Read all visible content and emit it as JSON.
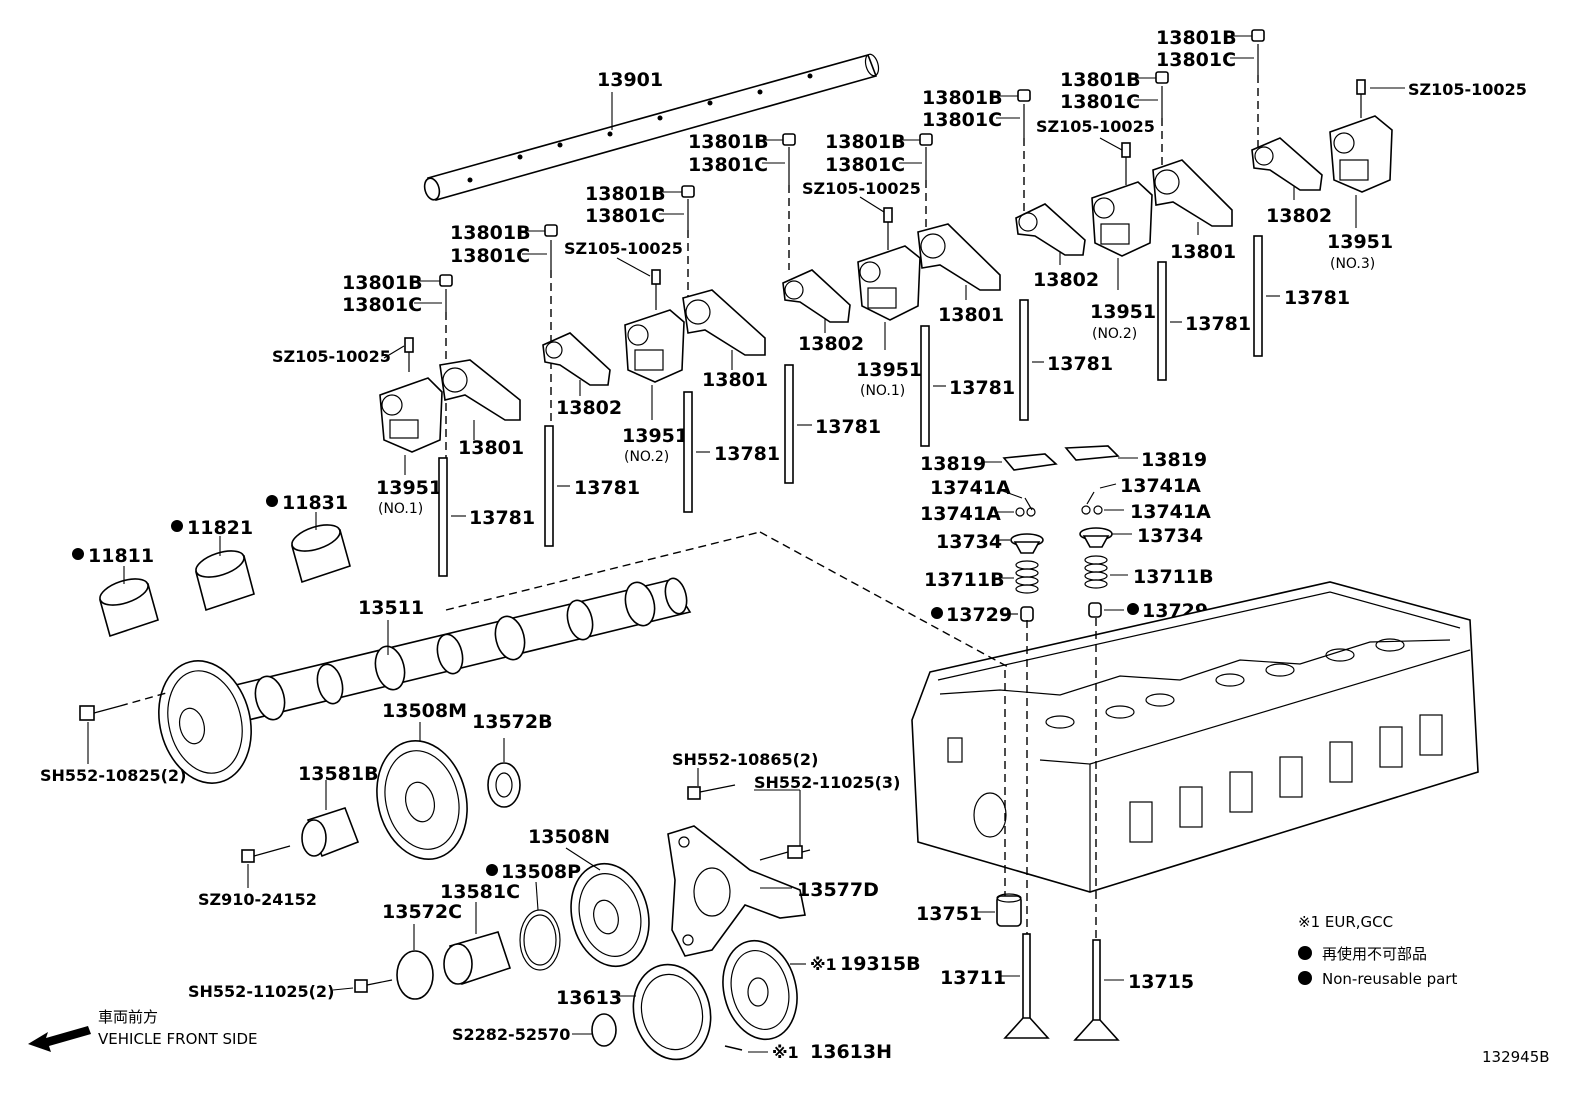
{
  "labels": {
    "rocker_shaft": "13901",
    "nut_b": "13801B",
    "bolt_c": "13801C",
    "bolt_sz105": "SZ105-10025",
    "rocker_arm": "13801",
    "rocker_arm_2": "13802",
    "support": "13951",
    "support_no1": "(NO.1)",
    "support_no2": "(NO.2)",
    "support_no3": "(NO.3)",
    "push_rod": "13781",
    "bridge": "13819",
    "lock": "13741A",
    "retainer": "13734",
    "spring": "13711B",
    "seal": "13729",
    "lifter": "13751",
    "intake_valve": "13711",
    "exhaust_valve": "13715",
    "bearing_1": "11811",
    "bearing_2": "11821",
    "bearing_3": "11831",
    "camshaft": "13511",
    "cam_bolt": "SH552-10825(2)",
    "idle_gear_m": "13508M",
    "thrust_b": "13572B",
    "shaft_b": "13581B",
    "sz910": "SZ910-24152",
    "idle_gear_n": "13508N",
    "ring_p": "13508P",
    "shaft_c": "13581C",
    "plate_c": "13572C",
    "bolt_sh552_2": "SH552-11025(2)",
    "bolt_sh552_10865": "SH552-10865(2)",
    "bolt_sh552_3": "SH552-11025(3)",
    "bracket_d": "13577D",
    "gear_19315b": "19315B",
    "crank_gear": "13613",
    "s2282": "S2282-52570",
    "key_13613h": "13613H",
    "ref_mark": "※1",
    "front_jp": "車両前方",
    "front_en": "VEHICLE FRONT SIDE",
    "drawing_no": "132945B"
  },
  "legend": {
    "region": "※1 EUR,GCC",
    "nonreusable_jp": "再使用不可部品",
    "nonreusable_en": "Non-reusable part"
  }
}
